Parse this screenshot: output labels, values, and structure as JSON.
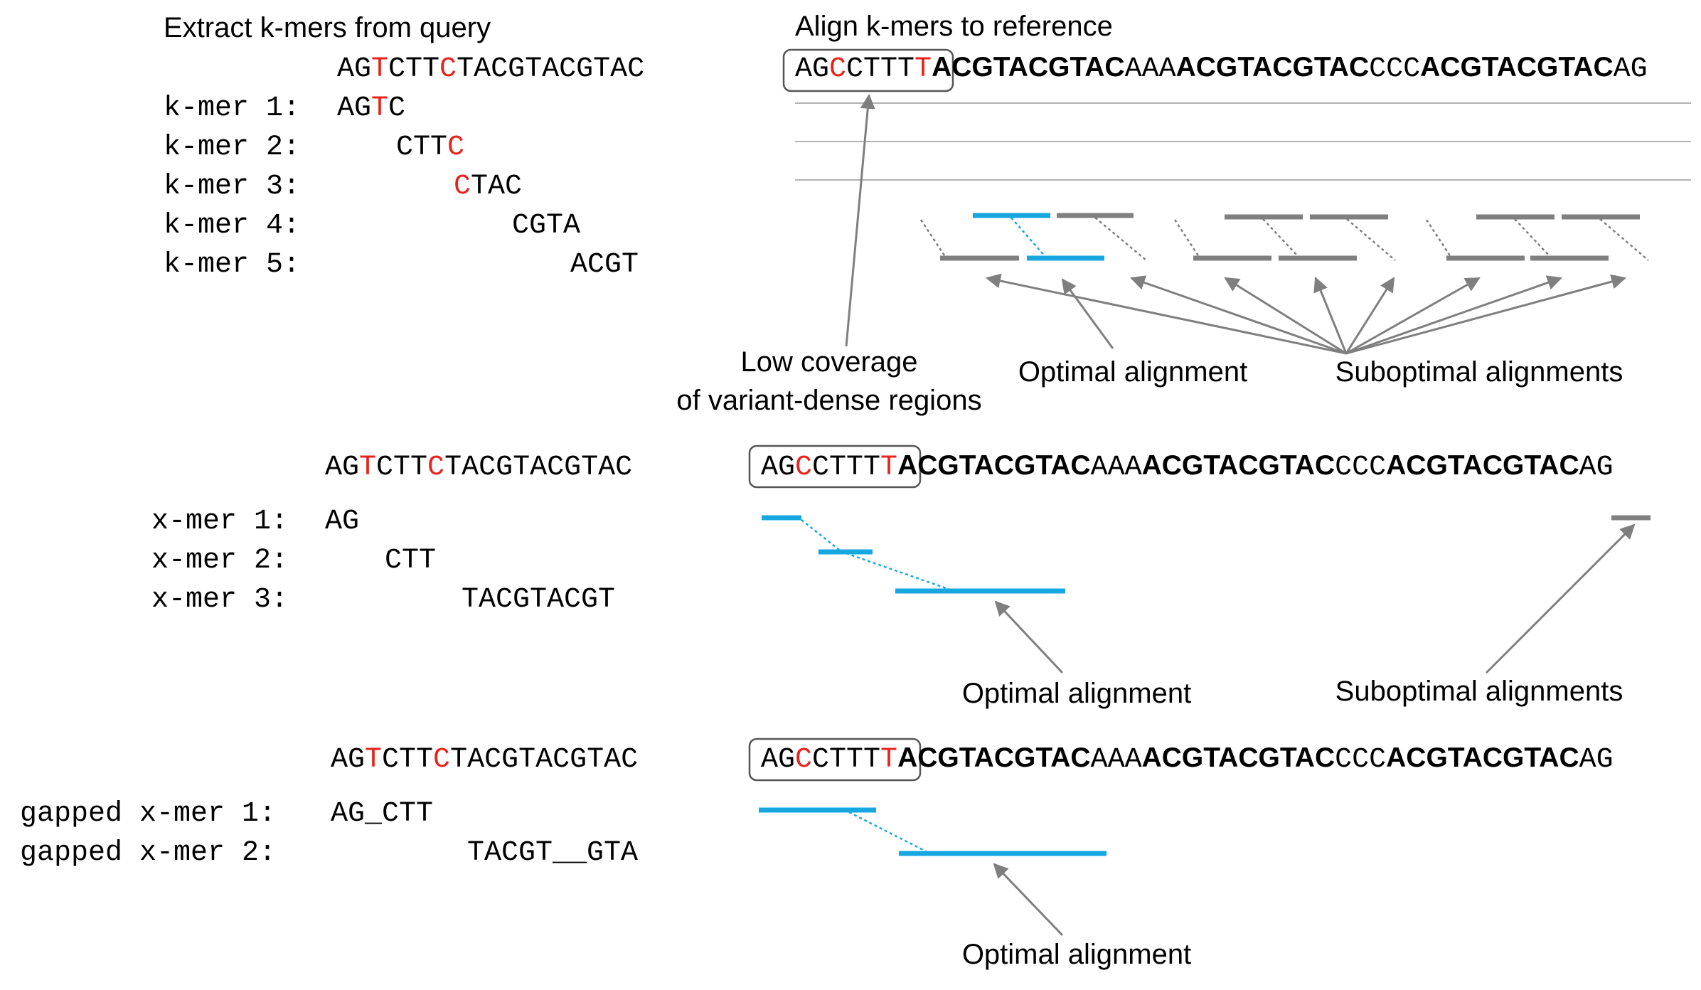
{
  "panel1": {
    "title_left": "Extract k-mers from query",
    "title_right": "Align k-mers to reference",
    "query": {
      "segments": [
        {
          "t": "AG",
          "c": "black"
        },
        {
          "t": "T",
          "c": "red"
        },
        {
          "t": "CTT",
          "c": "black"
        },
        {
          "t": "C",
          "c": "red"
        },
        {
          "t": "TACGTACGTAC",
          "c": "black"
        }
      ]
    },
    "kmers": [
      {
        "label": "k-mer 1:",
        "segments": [
          {
            "t": "AG",
            "c": "black"
          },
          {
            "t": "T",
            "c": "red"
          },
          {
            "t": "C",
            "c": "black"
          }
        ]
      },
      {
        "label": "k-mer 2:",
        "segments": [
          {
            "t": "CTT",
            "c": "black"
          },
          {
            "t": "C",
            "c": "red"
          }
        ]
      },
      {
        "label": "k-mer 3:",
        "segments": [
          {
            "t": "C",
            "c": "red"
          },
          {
            "t": "TAC",
            "c": "black"
          }
        ]
      },
      {
        "label": "k-mer 4:",
        "segments": [
          {
            "t": "CGTA",
            "c": "black"
          }
        ]
      },
      {
        "label": "k-mer 5:",
        "segments": [
          {
            "t": "ACGT",
            "c": "black"
          }
        ]
      }
    ],
    "annotation_low_coverage_line1": "Low coverage",
    "annotation_low_coverage_line2": "of variant-dense regions",
    "annotation_optimal": "Optimal alignment",
    "annotation_suboptimal": "Suboptimal alignments"
  },
  "panel2": {
    "query": "AGTCTTCTACGTACGTAC",
    "xmers": [
      {
        "label": "x-mer 1:",
        "seq": "AG"
      },
      {
        "label": "x-mer 2:",
        "seq": "CTT"
      },
      {
        "label": "x-mer 3:",
        "seq": "TACGTACGT"
      }
    ],
    "annotation_optimal": "Optimal alignment",
    "annotation_suboptimal": "Suboptimal alignments"
  },
  "panel3": {
    "query": "AGTCTTCTACGTACGTAC",
    "gapped_xmers": [
      {
        "label": "gapped x-mer 1:",
        "seq": "AG_CTT"
      },
      {
        "label": "gapped x-mer 2:",
        "seq": "TACGT__GTA"
      }
    ],
    "annotation_optimal": "Optimal alignment"
  },
  "reference": {
    "segments": [
      {
        "t": "AG",
        "c": "black",
        "b": false
      },
      {
        "t": "C",
        "c": "red",
        "b": false
      },
      {
        "t": "CTTT",
        "c": "black",
        "b": false
      },
      {
        "t": "T",
        "c": "red",
        "b": false
      },
      {
        "t": "ACGTACGTAC",
        "c": "black",
        "b": true
      },
      {
        "t": "AAA",
        "c": "black",
        "b": false
      },
      {
        "t": "ACGTACGTAC",
        "c": "black",
        "b": true
      },
      {
        "t": "CCC",
        "c": "black",
        "b": false
      },
      {
        "t": "ACGTACGTAC",
        "c": "black",
        "b": true
      },
      {
        "t": "AG",
        "c": "black",
        "b": false
      }
    ]
  },
  "colors": {
    "variant": "#e8231c",
    "optimal_segment": "#17a7e0",
    "suboptimal_segment": "#7f7f7f",
    "arrow": "#7f7f7f"
  }
}
